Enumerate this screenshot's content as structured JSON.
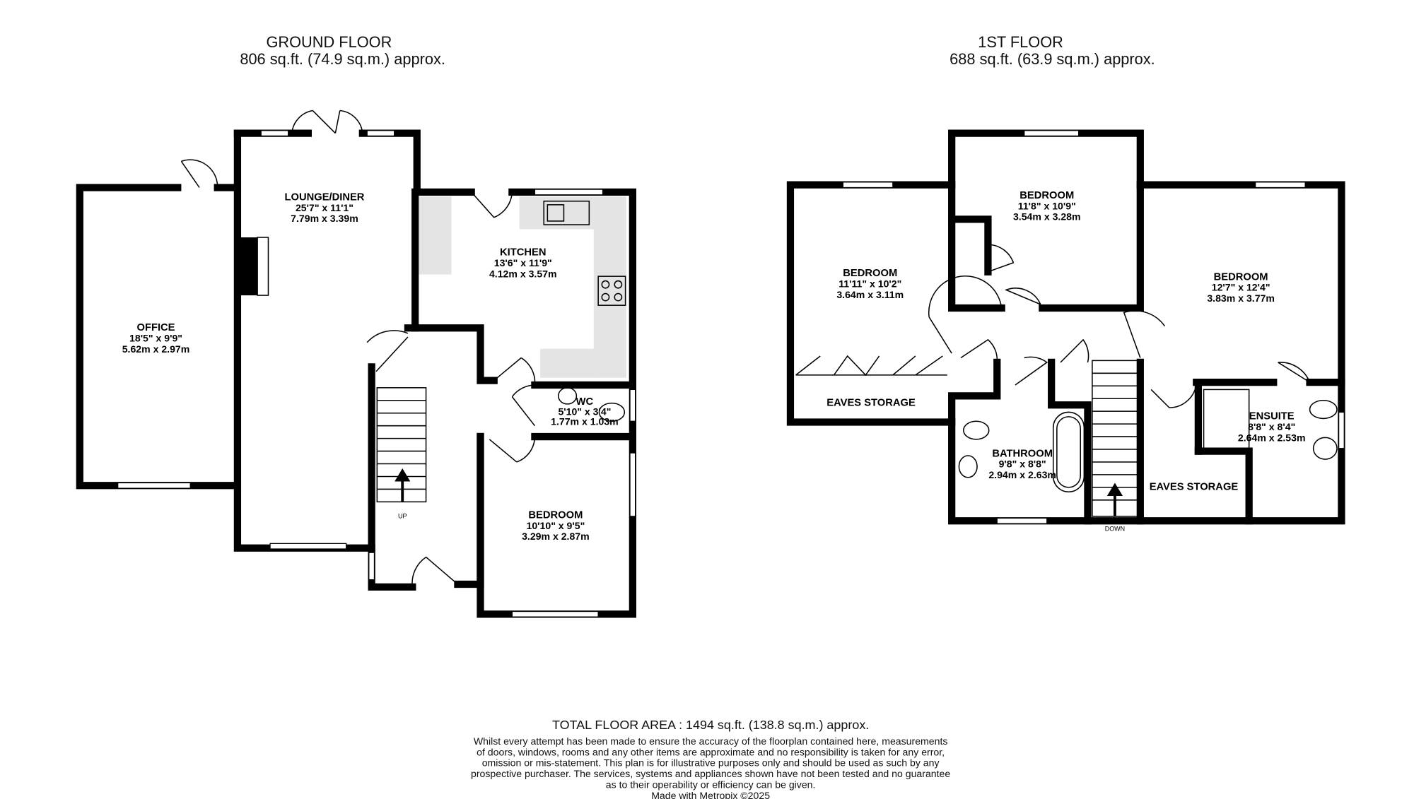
{
  "ground_floor": {
    "title": "GROUND FLOOR",
    "area": "806 sq.ft. (74.9 sq.m.) approx.",
    "rooms": [
      {
        "name": "LOUNGE/DINER",
        "imperial": "25'7\"  x 11'1\"",
        "metric": "7.79m  x 3.39m"
      },
      {
        "name": "OFFICE",
        "imperial": "18'5\"  x 9'9\"",
        "metric": "5.62m  x 2.97m"
      },
      {
        "name": "KITCHEN",
        "imperial": "13'6\"  x 11'9\"",
        "metric": "4.12m  x 3.57m"
      },
      {
        "name": "WC",
        "imperial": "5'10\"  x 3'4\"",
        "metric": "1.77m  x 1.03m"
      },
      {
        "name": "BEDROOM",
        "imperial": "10'10\"  x 9'5\"",
        "metric": "3.29m  x 2.87m"
      }
    ],
    "stairs_label": "UP"
  },
  "first_floor": {
    "title": "1ST FLOOR",
    "area": "688 sq.ft. (63.9 sq.m.) approx.",
    "rooms": [
      {
        "name": "BEDROOM",
        "imperial": "11'11\"  x 10'2\"",
        "metric": "3.64m  x 3.11m"
      },
      {
        "name": "BEDROOM",
        "imperial": "11'8\"  x 10'9\"",
        "metric": "3.54m  x 3.28m"
      },
      {
        "name": "BEDROOM",
        "imperial": "12'7\"  x 12'4\"",
        "metric": "3.83m  x 3.77m"
      },
      {
        "name": "BATHROOM",
        "imperial": "9'8\"  x 8'8\"",
        "metric": "2.94m  x 2.63m"
      },
      {
        "name": "ENSUITE",
        "imperial": "8'8\"  x 8'4\"",
        "metric": "2.64m  x 2.53m"
      }
    ],
    "eaves_storage": [
      "EAVES STORAGE",
      "EAVES STORAGE"
    ],
    "stairs_label": "DOWN"
  },
  "footer": {
    "total": "TOTAL FLOOR AREA : 1494 sq.ft. (138.8 sq.m.) approx.",
    "disclaimer": [
      "Whilst every attempt has been made to ensure the accuracy of the floorplan contained here, measurements",
      "of doors, windows, rooms and any other items are approximate and no responsibility is taken for any error,",
      "omission or mis-statement. This plan is for illustrative purposes only and should be used as such by any",
      "prospective purchaser. The services, systems and appliances shown have not been tested and no guarantee",
      "as to their operability or efficiency can be given."
    ],
    "credit": "Made with Metropix ©2025"
  }
}
